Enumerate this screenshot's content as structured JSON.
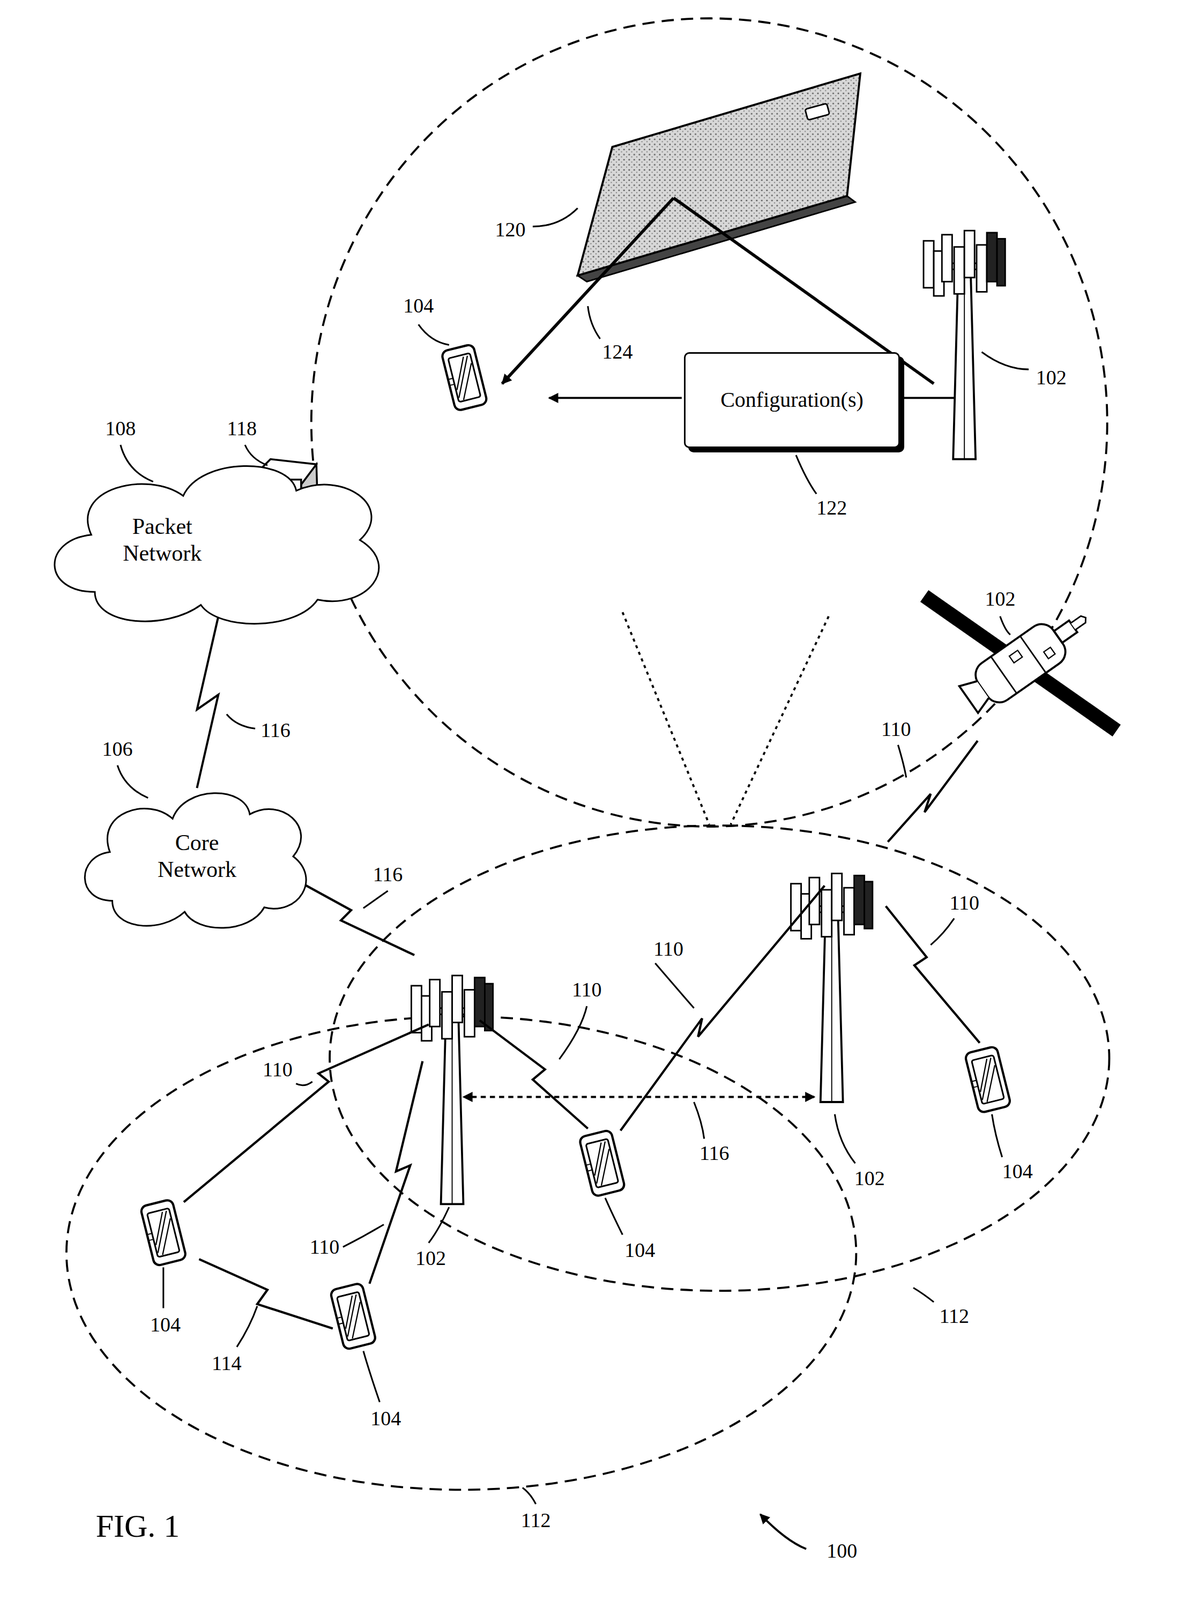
{
  "diagram": {
    "nodes": [
      {
        "text": [
          "Packet Network"
        ]
      },
      {
        "text": [
          "Core Network"
        ]
      },
      {
        "text": [
          "Configuration(s)"
        ]
      }
    ],
    "edges": [
      {
        "from": 1,
        "to": 0,
        "arrow": "none"
      }
    ],
    "labels": [
      "120",
      "104",
      "124",
      "102",
      "122",
      "108",
      "118",
      "116",
      "106",
      "102",
      "110",
      "116",
      "110",
      "110",
      "110",
      "110",
      "110",
      "102",
      "104",
      "116",
      "102",
      "104",
      "104",
      "114",
      "104",
      "112",
      "112",
      "FIG. 1",
      "100"
    ]
  }
}
